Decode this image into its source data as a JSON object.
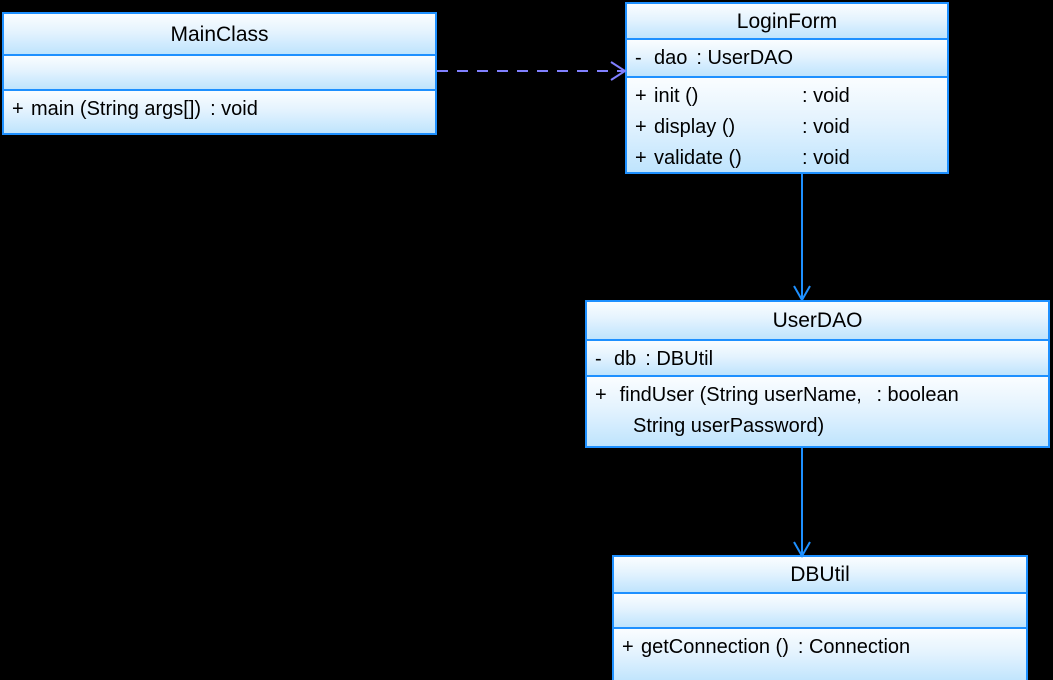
{
  "diagram": {
    "type": "uml-class-diagram",
    "background_color": "#000000",
    "class_border_color": "#1e90ff",
    "class_fill_top_color": "#fafdff",
    "class_fill_bottom_color": "#bfe4fd",
    "dependency_arrow_color": "#8080ff",
    "association_arrow_color": "#1e90ff"
  },
  "classes": {
    "main_class": {
      "name": "MainClass",
      "attributes": [],
      "methods": [
        {
          "visibility": "+",
          "signature": "main (String args[])",
          "type": ": void"
        }
      ]
    },
    "login_form": {
      "name": "LoginForm",
      "attributes": [
        {
          "visibility": "-",
          "signature": "dao",
          "type": ": UserDAO"
        }
      ],
      "methods": [
        {
          "visibility": "+",
          "signature": "init ()",
          "type": ": void"
        },
        {
          "visibility": "+",
          "signature": "display ()",
          "type": ": void"
        },
        {
          "visibility": "+",
          "signature": "validate ()",
          "type": ": void"
        }
      ]
    },
    "user_dao": {
      "name": "UserDAO",
      "attributes": [
        {
          "visibility": "-",
          "signature": "db",
          "type": ": DBUtil"
        }
      ],
      "methods": [
        {
          "visibility": "+",
          "signature": "findUser (String userName,",
          "type": ": boolean",
          "continuation": "String userPassword)"
        }
      ]
    },
    "db_util": {
      "name": "DBUtil",
      "attributes": [],
      "methods": [
        {
          "visibility": "+",
          "signature": "getConnection ()",
          "type": ": Connection"
        }
      ]
    }
  },
  "connectors": [
    {
      "id": "dep-main-to-login",
      "kind": "dependency",
      "style": "dashed",
      "from": "MainClass",
      "to": "LoginForm",
      "arrowhead": "open"
    },
    {
      "id": "assoc-login-to-userdao",
      "kind": "association",
      "style": "solid",
      "from": "LoginForm",
      "to": "UserDAO",
      "arrowhead": "open"
    },
    {
      "id": "assoc-userdao-to-dbutil",
      "kind": "association",
      "style": "solid",
      "from": "UserDAO",
      "to": "DBUtil",
      "arrowhead": "open"
    }
  ]
}
